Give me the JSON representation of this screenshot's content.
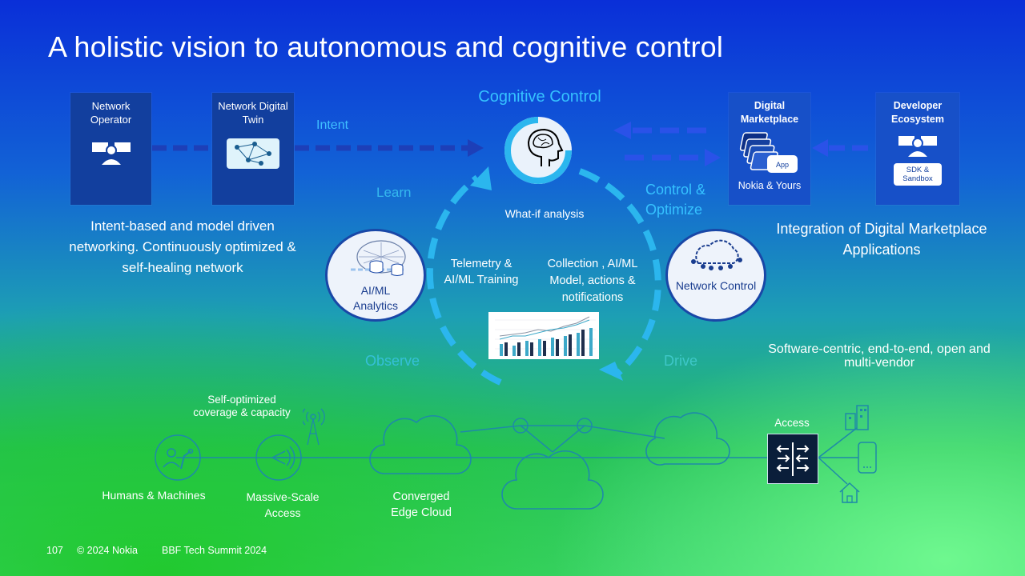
{
  "slide": {
    "title": "A holistic vision to autonomous and cognitive control",
    "footer": {
      "page_number": "107",
      "copyright": "© 2024 Nokia",
      "event": "BBF Tech Summit 2024"
    }
  },
  "left": {
    "operator_label": "Network Operator",
    "twin_label": "Network Digital Twin",
    "intent_label": "Intent",
    "description": "Intent-based  and model driven networking. Continuously optimized & self-healing network"
  },
  "center": {
    "cognitive_title": "Cognitive Control",
    "whatif_label": "What-if analysis",
    "learn_label": "Learn",
    "observe_label": "Observe",
    "drive_label": "Drive",
    "control_label": "Control & Optimize",
    "aiml_label": "AI/ML Analytics",
    "network_control_label": "Network Control",
    "telemetry_label": "Telemetry & AI/ML Training",
    "collection_label": "Collection , AI/ML Model, actions & notifications"
  },
  "right": {
    "marketplace_label": "Digital Marketplace",
    "marketplace_sub": "Nokia & Yours",
    "app_label": "App",
    "developer_label": "Developer Ecosystem",
    "sdk_label": "SDK & Sandbox",
    "integration_text": "Integration of Digital Marketplace Applications",
    "software_text": "Software-centric, end-to-end, open and multi-vendor"
  },
  "bottom": {
    "humans_label": "Humans & Machines",
    "massive_label": "Massive-Scale Access",
    "selfopt_label": "Self-optimized coverage & capacity",
    "edge_label": "Converged Edge Cloud",
    "access_label": "Access"
  },
  "icons": {
    "operator": "person-at-monitors-icon",
    "twin": "network-graph-icon",
    "brain": "head-brain-icon",
    "aiml": "neural-net-database-icon",
    "network_control": "cloud-chain-icon",
    "developer": "person-at-monitors-icon",
    "humans": "robot-arm-person-icon",
    "massive": "radio-waves-icon",
    "tower": "antenna-tower-icon",
    "access": "switch-arrows-icon",
    "building": "building-icon",
    "phone": "phone-icon",
    "house": "house-icon"
  },
  "colors": {
    "card": "#123f9e",
    "circle_fill": "#eef3fb",
    "cycle_arrow": "#2bb6ee",
    "intent_arrow": "#1d3fb8"
  }
}
